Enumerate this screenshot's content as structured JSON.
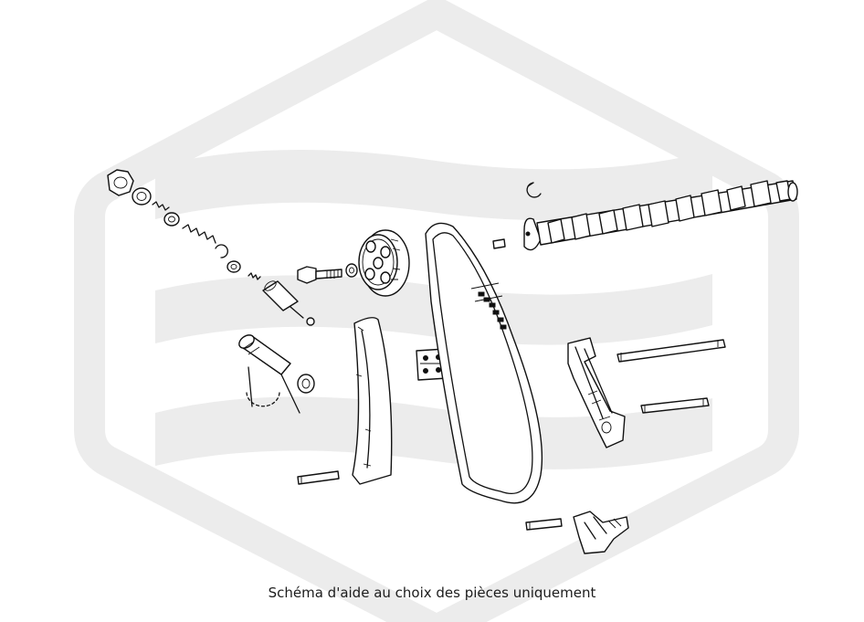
{
  "caption": "Schéma d'aide au choix des pièces uniquement",
  "colors": {
    "watermark": "#ececec",
    "line_art": "#111111",
    "background": "#ffffff"
  },
  "icons": [
    "hexagon-watermark",
    "wave-watermark"
  ]
}
